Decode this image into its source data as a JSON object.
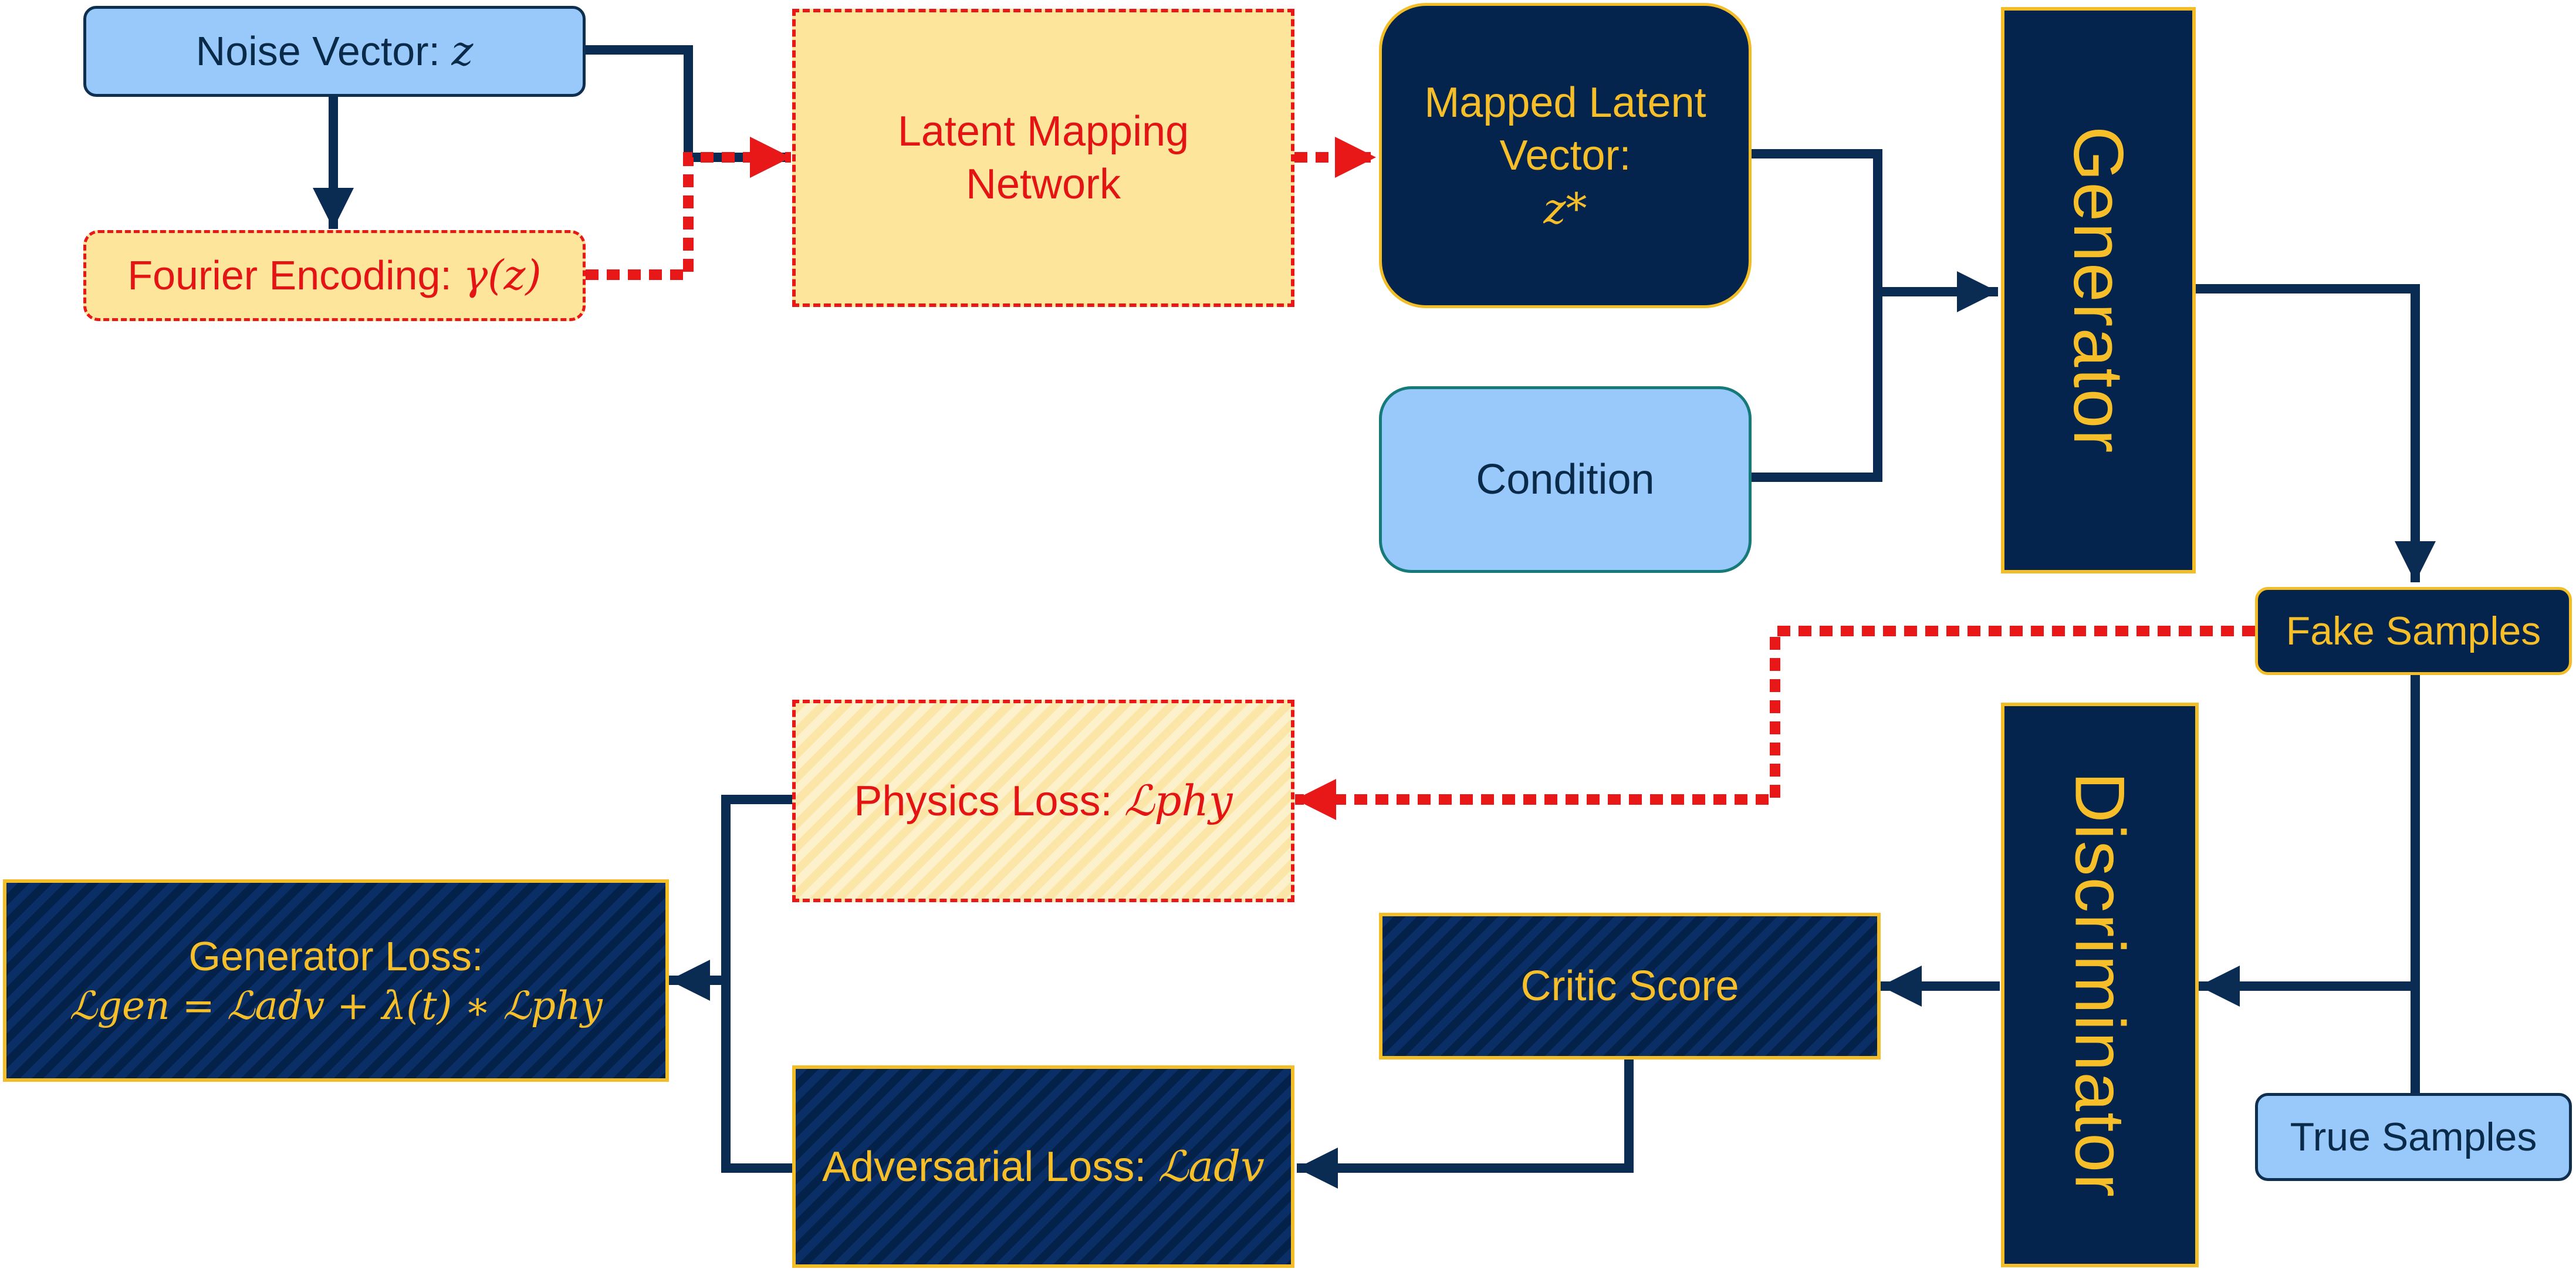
{
  "nodes": {
    "noise_vector": {
      "text": "Noise Vector: ",
      "var": "z"
    },
    "fourier_encoding": {
      "text": "Fourier Encoding: ",
      "var": "γ(z)"
    },
    "latent_mapping": {
      "line1": "Latent Mapping",
      "line2": "Network"
    },
    "mapped_latent": {
      "line1": "Mapped Latent",
      "line2": "Vector:",
      "var": "z*"
    },
    "condition": {
      "text": "Condition"
    },
    "generator": {
      "text": "Generator"
    },
    "fake_samples": {
      "text": "Fake Samples"
    },
    "true_samples": {
      "text": "True Samples"
    },
    "discriminator": {
      "text": "Discriminator"
    },
    "critic_score": {
      "text": "Critic Score"
    },
    "physics_loss": {
      "text": "Physics Loss: ",
      "var": "ℒphy"
    },
    "adversarial_loss": {
      "text": "Adversarial Loss: ",
      "var": "ℒadv"
    },
    "generator_loss": {
      "line1": "Generator Loss:",
      "formula": "ℒgen = ℒadv + λ(t) ∗ ℒphy"
    }
  },
  "colors": {
    "navy": "#04244e",
    "gold": "#f6bf2a",
    "light_blue": "#99c9fa",
    "pale_yellow": "#fde59b",
    "red": "#e81818",
    "edge": "#0b2c52"
  }
}
